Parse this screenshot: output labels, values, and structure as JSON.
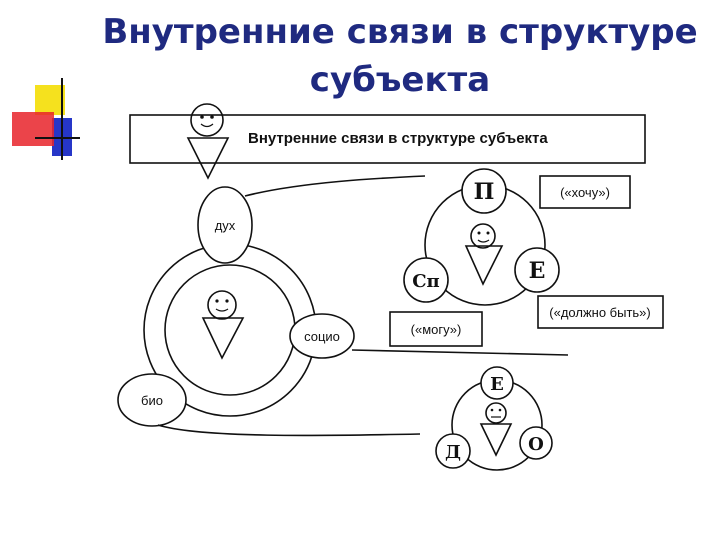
{
  "title": {
    "line1": "Внутренние связи в структуре",
    "line2": "субъекта"
  },
  "diagram": {
    "header_label": "Внутренние связи в структуре субъекта",
    "left_nodes": {
      "spirit": "дух",
      "social": "социо",
      "bio": "био"
    },
    "right_top": {
      "p": "П",
      "sp": "Сп",
      "e": "Е",
      "want": "(«хочу»)",
      "can": "(«могу»)",
      "must": "(«должно быть»)"
    },
    "right_bottom": {
      "e": "Е",
      "d": "Д",
      "o": "О"
    }
  },
  "colors": {
    "title": "#1f2a80",
    "accent_yellow": "#f5e11e",
    "accent_red": "#e8232a",
    "accent_blue": "#2636c8"
  }
}
